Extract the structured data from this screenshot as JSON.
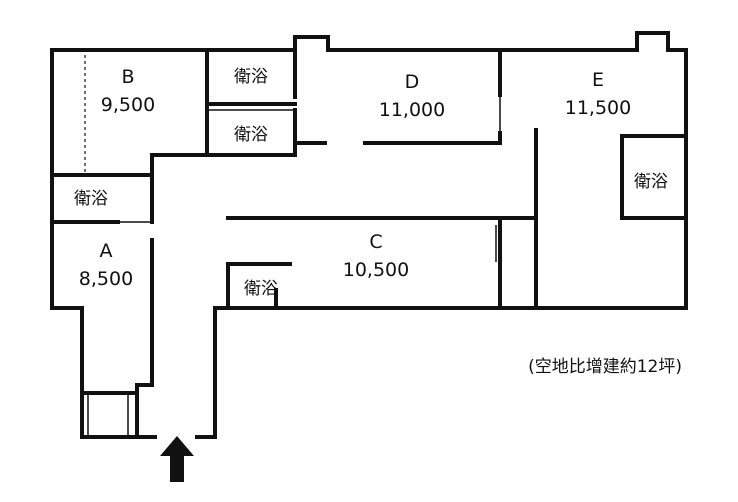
{
  "rooms": [
    {
      "id": "B",
      "price": "9,500"
    },
    {
      "id": "D",
      "price": "11,000"
    },
    {
      "id": "E",
      "price": "11,500"
    },
    {
      "id": "A",
      "price": "8,500"
    },
    {
      "id": "C",
      "price": "10,500"
    }
  ],
  "bathroom_label": "衛浴",
  "note": "(空地比增建約12坪)",
  "colors": {
    "wall": "#111111",
    "background": "#ffffff"
  },
  "icons": {
    "entrance": "arrow-up-icon"
  }
}
